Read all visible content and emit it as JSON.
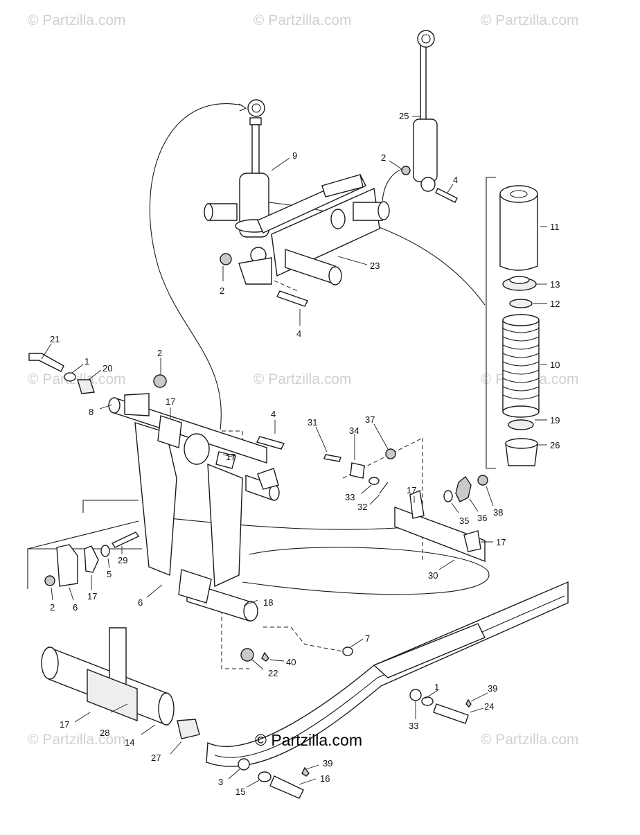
{
  "watermark": "© Partzilla.com",
  "brand": "© Partzilla.com",
  "callouts": [
    "1",
    "2",
    "3",
    "4",
    "5",
    "6",
    "7",
    "8",
    "9",
    "10",
    "11",
    "12",
    "13",
    "14",
    "15",
    "16",
    "17",
    "18",
    "19",
    "20",
    "21",
    "22",
    "23",
    "24",
    "25",
    "26",
    "27",
    "28",
    "29",
    "30",
    "31",
    "32",
    "33",
    "34",
    "35",
    "36",
    "37",
    "38",
    "39",
    "40"
  ]
}
